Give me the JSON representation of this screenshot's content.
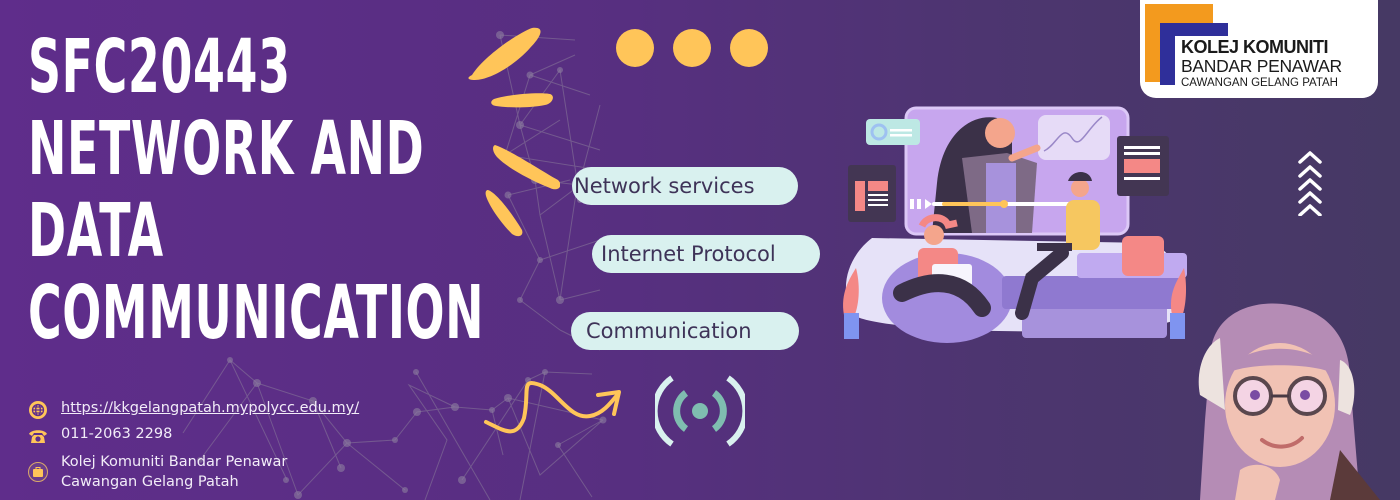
{
  "banner": {
    "title_lines": [
      "SFC20443",
      "NETWORK AND",
      "DATA",
      "COMMUNICATION"
    ],
    "topics": [
      "Network services",
      "Internet Protocol",
      "Communication"
    ],
    "contact": {
      "website": "https://kkgelangpatah.mypolycc.edu.my/",
      "phone": "011-2063 2298",
      "address_lines": [
        "Kolej Komuniti  Bandar Penawar",
        "Cawangan Gelang Patah"
      ],
      "icons": [
        "globe-icon",
        "telephone-icon",
        "briefcase-icon"
      ]
    },
    "logo": {
      "line1": "KOLEJ KOMUNITI",
      "line2": "BANDAR PENAWAR",
      "line3": "CAWANGAN GELANG PATAH"
    }
  },
  "colors": {
    "bg_left": "#5f2d8b",
    "bg_right": "#463964",
    "accent_yellow": "#ffc559",
    "pill_bg": "#d9f1ef",
    "pill_text": "#3e3358",
    "broadcast_teal": "#7fbdb0",
    "logo_orange": "#f39a1e",
    "logo_blue": "#2f2f9a"
  }
}
